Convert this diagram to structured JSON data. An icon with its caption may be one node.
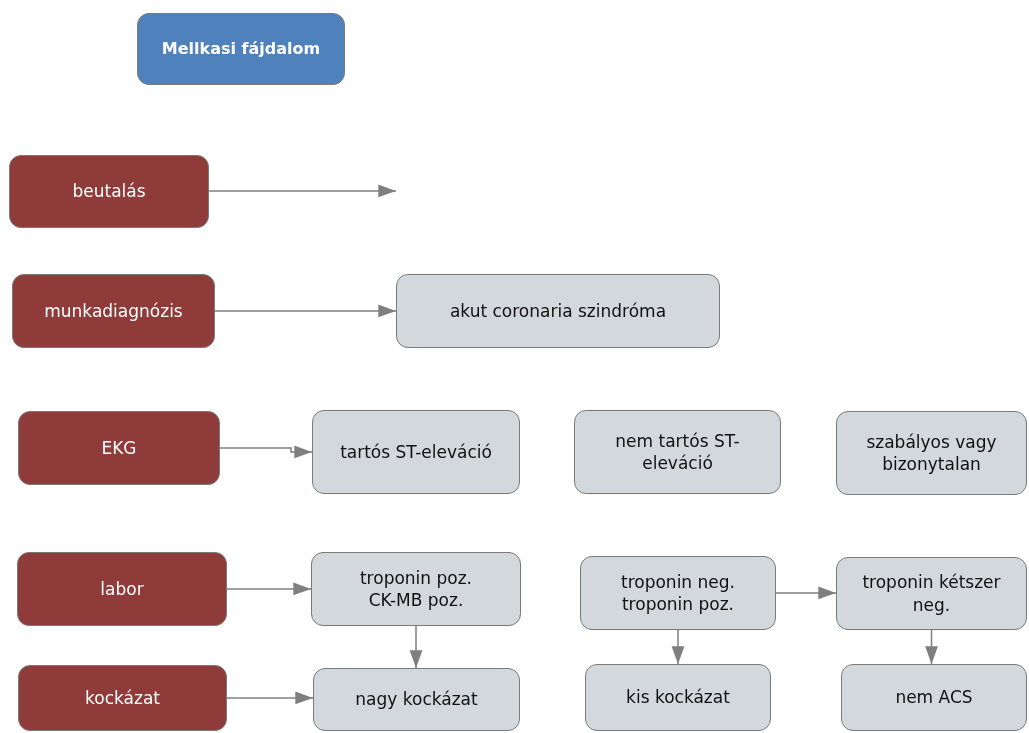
{
  "diagram": {
    "nodes": [
      {
        "text": [
          "Mellkasi fájdalom"
        ]
      },
      {
        "text": [
          "beutalás"
        ]
      },
      {
        "text": [
          "munkadiagnózis"
        ]
      },
      {
        "text": [
          "akut coronaria szindróma"
        ]
      },
      {
        "text": [
          "EKG"
        ]
      },
      {
        "text": [
          "tartós ST-eleváció"
        ]
      },
      {
        "text": [
          "nem tartós ST-eleváció"
        ]
      },
      {
        "text": [
          "szabályos vagy bizonytalan"
        ]
      },
      {
        "text": [
          "labor"
        ]
      },
      {
        "text": [
          "troponin poz. CK-MB poz."
        ]
      },
      {
        "text": [
          "troponin neg. troponin poz."
        ]
      },
      {
        "text": [
          "troponin kétszer neg."
        ]
      },
      {
        "text": [
          "kockázat"
        ]
      },
      {
        "text": [
          "nagy kockázat"
        ]
      },
      {
        "text": [
          "kis kockázat"
        ]
      },
      {
        "text": [
          "nem ACS"
        ]
      }
    ],
    "edges": [
      {
        "from": 1,
        "to": null,
        "arrow": "to"
      },
      {
        "from": 2,
        "to": 3,
        "arrow": "to"
      },
      {
        "from": 4,
        "to": 5,
        "arrow": "to"
      },
      {
        "from": 8,
        "to": 9,
        "arrow": "to"
      },
      {
        "from": 9,
        "to": 13,
        "arrow": "to"
      },
      {
        "from": 12,
        "to": 13,
        "arrow": "to"
      },
      {
        "from": 10,
        "to": 14,
        "arrow": "to"
      },
      {
        "from": 10,
        "to": 11,
        "arrow": "to"
      },
      {
        "from": 11,
        "to": 15,
        "arrow": "to"
      }
    ]
  }
}
